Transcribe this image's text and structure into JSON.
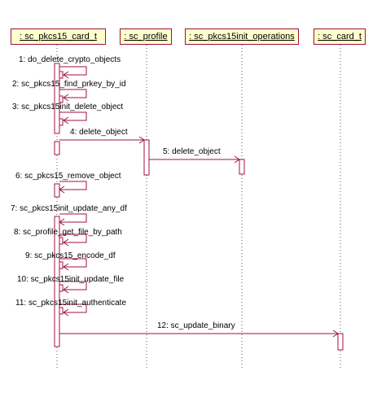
{
  "lifelines": [
    {
      "id": "card",
      "label": ": sc_pkcs15_card_t"
    },
    {
      "id": "profile",
      "label": ": sc_profile"
    },
    {
      "id": "ops",
      "label": ": sc_pkcs15init_operations"
    },
    {
      "id": "sccard",
      "label": ": sc_card_t"
    }
  ],
  "messages": [
    {
      "label": "1: do_delete_crypto_objects"
    },
    {
      "label": "2: sc_pkcs15_find_prkey_by_id"
    },
    {
      "label": "3: sc_pkcs15init_delete_object"
    },
    {
      "label": "4: delete_object"
    },
    {
      "label": "5: delete_object"
    },
    {
      "label": "6: sc_pkcs15_remove_object"
    },
    {
      "label": "7: sc_pkcs15init_update_any_df"
    },
    {
      "label": "8: sc_profile_get_file_by_path"
    },
    {
      "label": "9: sc_pkcs15_encode_df"
    },
    {
      "label": "10: sc_pkcs15init_update_file"
    },
    {
      "label": "11: sc_pkcs15init_authenticate"
    },
    {
      "label": "12: sc_update_binary"
    }
  ],
  "colors": {
    "line": "#a01040",
    "box_fill": "#ffffcc",
    "lifeline": "#555555"
  }
}
